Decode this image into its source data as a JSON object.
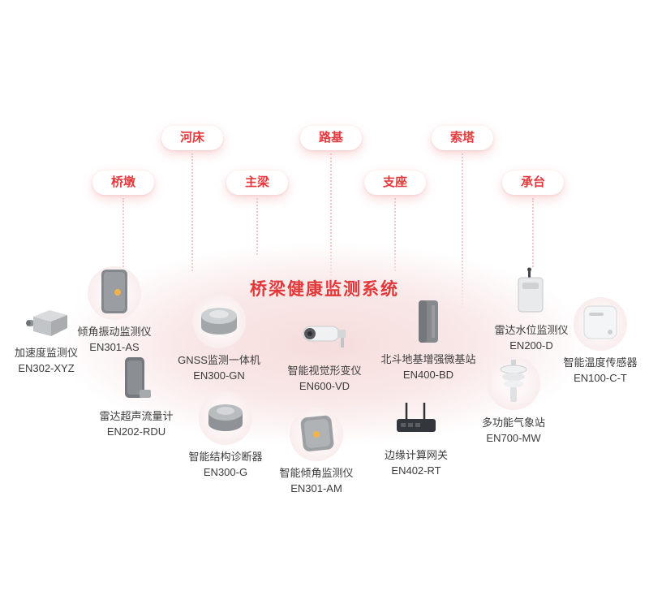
{
  "title": "桥梁健康监测系统",
  "accent_color": "#e23a3c",
  "zones": [
    {
      "label": "河床"
    },
    {
      "label": "路基"
    },
    {
      "label": "索塔"
    },
    {
      "label": "桥墩"
    },
    {
      "label": "主梁"
    },
    {
      "label": "支座"
    },
    {
      "label": "承台"
    }
  ],
  "devices": [
    {
      "name": "加速度监测仪",
      "model": "EN302-XYZ",
      "icon": "accelerometer-icon"
    },
    {
      "name": "倾角振动监测仪",
      "model": "EN301-AS",
      "icon": "tilt-vibration-sensor-icon"
    },
    {
      "name": "GNSS监测一体机",
      "model": "EN300-GN",
      "icon": "gnss-receiver-icon"
    },
    {
      "name": "雷达超声流量计",
      "model": "EN202-RDU",
      "icon": "radar-flow-meter-icon"
    },
    {
      "name": "智能结构诊断器",
      "model": "EN300-G",
      "icon": "structure-diagnoser-icon"
    },
    {
      "name": "智能视觉形变仪",
      "model": "EN600-VD",
      "icon": "vision-camera-icon"
    },
    {
      "name": "智能倾角监测仪",
      "model": "EN301-AM",
      "icon": "tilt-sensor-icon"
    },
    {
      "name": "北斗地基增强微基站",
      "model": "EN400-BD",
      "icon": "beidou-station-icon"
    },
    {
      "name": "边缘计算网关",
      "model": "EN402-RT",
      "icon": "edge-gateway-icon"
    },
    {
      "name": "雷达水位监测仪",
      "model": "EN200-D",
      "icon": "radar-level-meter-icon"
    },
    {
      "name": "多功能气象站",
      "model": "EN700-MW",
      "icon": "weather-station-icon"
    },
    {
      "name": "智能温度传感器",
      "model": "EN100-C-T",
      "icon": "temperature-sensor-icon"
    }
  ]
}
